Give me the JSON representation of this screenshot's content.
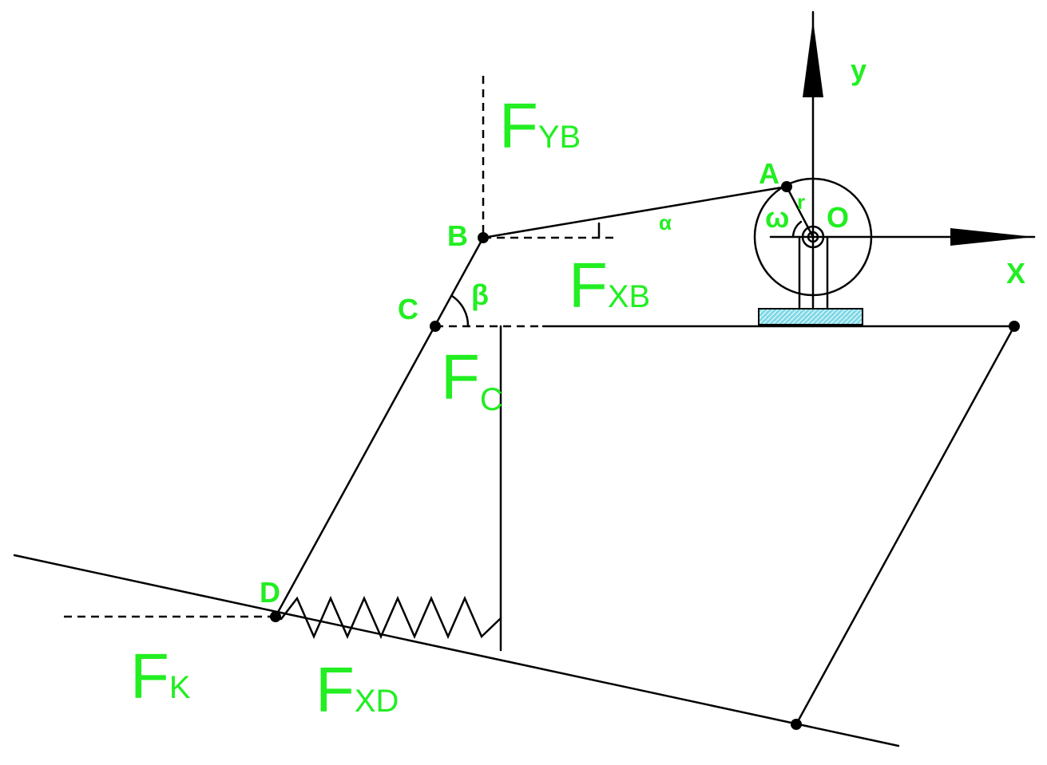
{
  "colors": {
    "label": "#22ee22",
    "line": "#000000",
    "base_fill": "#7fd8e6"
  },
  "axes": {
    "y_label": "y",
    "x_label": "X"
  },
  "points": {
    "A": "A",
    "B": "B",
    "C": "C",
    "D": "D",
    "O": "O"
  },
  "symbols": {
    "omega": "ω",
    "r": "r",
    "alpha": "α",
    "beta": "β"
  },
  "forces": {
    "fyb": {
      "main": "F",
      "sub": "YB"
    },
    "fxb": {
      "main": "F",
      "sub": "XB"
    },
    "fc": {
      "main": "F",
      "sub": "C"
    },
    "fk": {
      "main": "F",
      "sub": "K"
    },
    "fxd": {
      "main": "F",
      "sub": "XD"
    }
  }
}
